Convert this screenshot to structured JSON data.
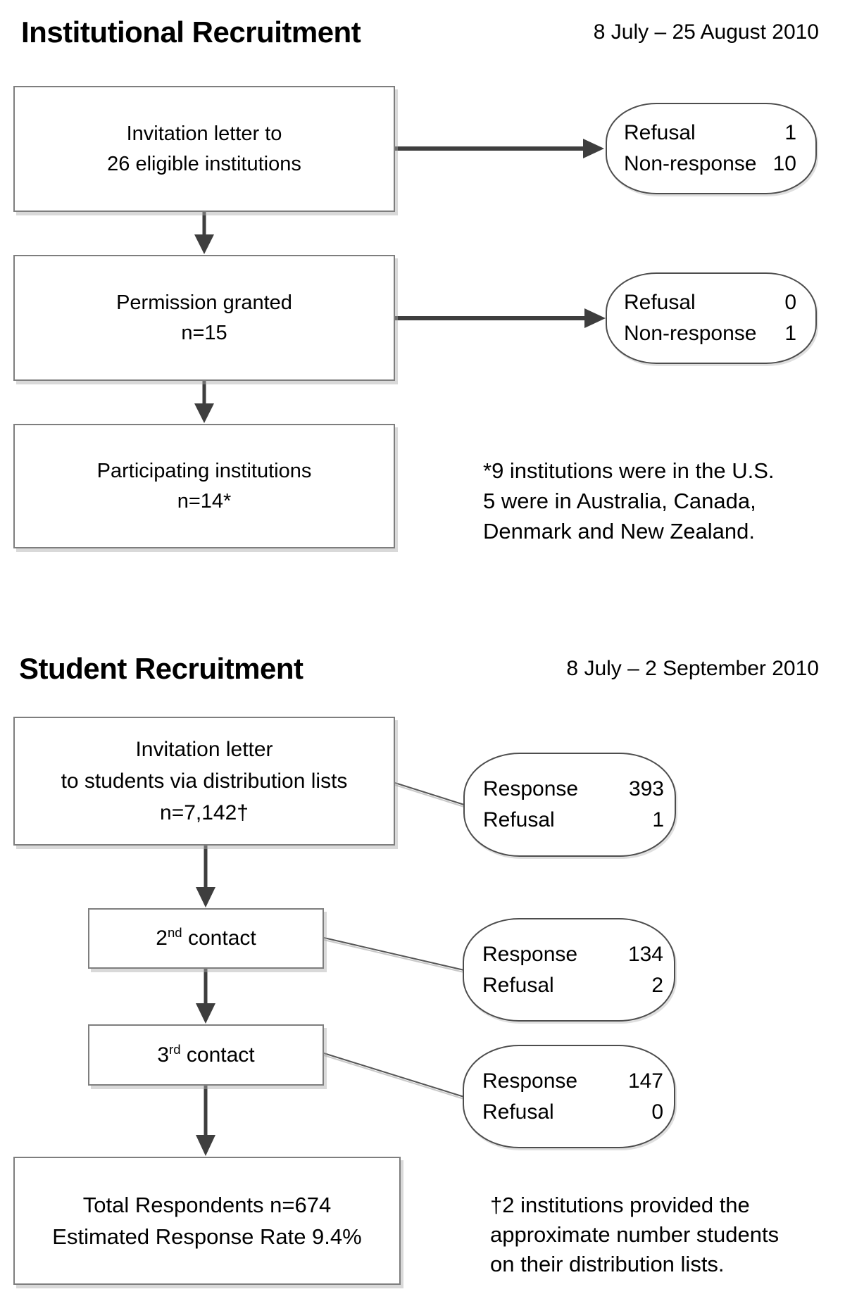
{
  "institutional": {
    "title": "Institutional Recruitment",
    "date_range": "8 July – 25 August 2010",
    "boxes": [
      {
        "lines": [
          "Invitation letter to",
          "26 eligible institutions"
        ]
      },
      {
        "lines": [
          "Permission granted",
          "n=15"
        ]
      },
      {
        "lines": [
          "Participating institutions",
          "n=14*"
        ]
      }
    ],
    "callouts": [
      {
        "rows": [
          {
            "label": "Refusal",
            "value": "1"
          },
          {
            "label": "Non-response",
            "value": "10"
          }
        ]
      },
      {
        "rows": [
          {
            "label": "Refusal",
            "value": "0"
          },
          {
            "label": "Non-response",
            "value": "1"
          }
        ]
      }
    ],
    "footnote": {
      "line1": "*9 institutions were in the U.S.",
      "line2": "5 were in Australia, Canada,",
      "line3": "Denmark and New Zealand."
    }
  },
  "student": {
    "title": "Student Recruitment",
    "date_range": "8 July – 2 September 2010",
    "invitation_box": {
      "line1": "Invitation letter",
      "line2": "to students via distribution lists",
      "line3": "n=7,142†"
    },
    "contact2_box": {
      "pre": "2",
      "sup": "nd",
      "post": " contact"
    },
    "contact3_box": {
      "pre": "3",
      "sup": "rd",
      "post": " contact"
    },
    "total_box": {
      "line1": "Total Respondents n=674",
      "line2": "Estimated Response Rate 9.4%"
    },
    "callouts": [
      {
        "rows": [
          {
            "label": "Response",
            "value": "393"
          },
          {
            "label": "Refusal",
            "value": "1"
          }
        ]
      },
      {
        "rows": [
          {
            "label": "Response",
            "value": "134"
          },
          {
            "label": "Refusal",
            "value": "2"
          }
        ]
      },
      {
        "rows": [
          {
            "label": "Response",
            "value": "147"
          },
          {
            "label": "Refusal",
            "value": "0"
          }
        ]
      }
    ],
    "footnote": {
      "line1": "†2 institutions provided the",
      "line2": "approximate number students",
      "line3": "on their distribution lists."
    }
  }
}
